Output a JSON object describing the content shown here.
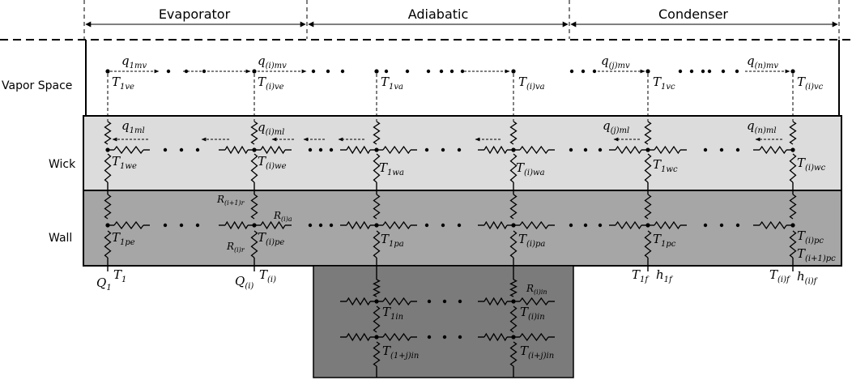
{
  "sections": {
    "evaporator": "Evaporator",
    "adiabatic": "Adiabatic",
    "condenser": "Condenser"
  },
  "regions": {
    "vapor": "Vapor Space",
    "wick": "Wick",
    "wall": "Wall"
  },
  "colors": {
    "wick_fill": "#dcdcdc",
    "wall_fill": "#a6a6a6",
    "insulation_fill": "#7b7b7b",
    "line": "#000000"
  },
  "labels": {
    "q1mv": {
      "base": "q",
      "sub": "1mv"
    },
    "qimv": {
      "base": "q",
      "sub": "(i)mv"
    },
    "qjmv": {
      "base": "q",
      "sub": "(j)mv"
    },
    "qnmv": {
      "base": "q",
      "sub": "(n)mv"
    },
    "T1ve": {
      "base": "T",
      "sub": "1ve"
    },
    "Tive": {
      "base": "T",
      "sub": "(i)ve"
    },
    "T1va": {
      "base": "T",
      "sub": "1va"
    },
    "Tiva": {
      "base": "T",
      "sub": "(i)va"
    },
    "T1vc": {
      "base": "T",
      "sub": "1vc"
    },
    "Tivc": {
      "base": "T",
      "sub": "(i)vc"
    },
    "q1ml": {
      "base": "q",
      "sub": "1ml"
    },
    "qiml": {
      "base": "q",
      "sub": "(i)ml"
    },
    "qjml": {
      "base": "q",
      "sub": "(j)ml"
    },
    "qnml": {
      "base": "q",
      "sub": "(n)ml"
    },
    "T1we": {
      "base": "T",
      "sub": "1we"
    },
    "Tiwe": {
      "base": "T",
      "sub": "(i)we"
    },
    "T1wa": {
      "base": "T",
      "sub": "1wa"
    },
    "Tiwa": {
      "base": "T",
      "sub": "(i)wa"
    },
    "T1wc": {
      "base": "T",
      "sub": "1wc"
    },
    "Tiwc": {
      "base": "T",
      "sub": "(i)wc"
    },
    "Ri1r": {
      "base": "R",
      "sub": "(i+1)r"
    },
    "Ria": {
      "base": "R",
      "sub": "(i)a"
    },
    "Rir": {
      "base": "R",
      "sub": "(i)r"
    },
    "Riin": {
      "base": "R",
      "sub": "(i)in"
    },
    "T1pe": {
      "base": "T",
      "sub": "1pe"
    },
    "Tipe": {
      "base": "T",
      "sub": "(i)pe"
    },
    "T1pa": {
      "base": "T",
      "sub": "1pa"
    },
    "Tipa": {
      "base": "T",
      "sub": "(i)pa"
    },
    "T1pc": {
      "base": "T",
      "sub": "1pc"
    },
    "Tipc": {
      "base": "T",
      "sub": "(i)pc"
    },
    "Ti1pc": {
      "base": "T",
      "sub": "(i+1)pc"
    },
    "Q1": {
      "base": "Q",
      "sub": "1"
    },
    "T1": {
      "base": "T",
      "sub": "1"
    },
    "Qi": {
      "base": "Q",
      "sub": "(i)"
    },
    "Ti": {
      "base": "T",
      "sub": "(i)"
    },
    "T1f": {
      "base": "T",
      "sub": "1f"
    },
    "h1f": {
      "base": "h",
      "sub": "1f"
    },
    "Tif": {
      "base": "T",
      "sub": "(i)f"
    },
    "hif": {
      "base": "h",
      "sub": "(i)f"
    },
    "T1in": {
      "base": "T",
      "sub": "1in"
    },
    "Tiin": {
      "base": "T",
      "sub": "(i)in"
    },
    "T1jin": {
      "base": "T",
      "sub": "(1+j)in"
    },
    "Tijin": {
      "base": "T",
      "sub": "(i+j)in"
    }
  }
}
